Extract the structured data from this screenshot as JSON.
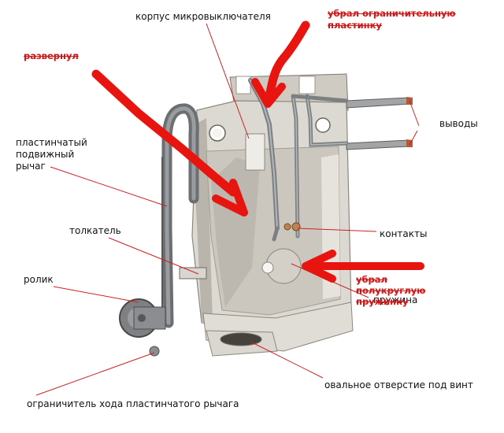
{
  "colors": {
    "annotation_red": "#d21414",
    "leader_line": "#cc2222",
    "text": "#111111",
    "body_plastic": "#dcdad4",
    "metal": "#8a8c8e"
  },
  "labels": {
    "housing": "корпус микровыключателя",
    "leaf_lever_1": "пластинчатый",
    "leaf_lever_2": "подвижный",
    "leaf_lever_3": "рычаг",
    "terminals": "выводы",
    "plunger": "толкатель",
    "contacts": "контакты",
    "roller": "ролик",
    "spring": "пружина",
    "oval_hole": "овальное отверстие под винт",
    "lever_stop": "ограничитель хода пластинчатого рычага"
  },
  "annotations": {
    "removed_limit_plate_1": "убрал ограничительную",
    "removed_limit_plate_2": "пластинку",
    "unfolded": "развернул",
    "removed_spring_1": "убрал",
    "removed_spring_2": "полукруглую",
    "removed_spring_3": "пружинку"
  }
}
